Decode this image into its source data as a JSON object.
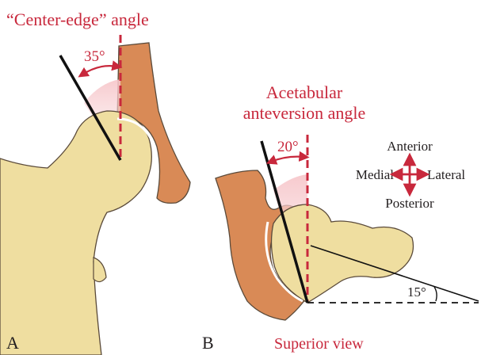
{
  "panel_a": {
    "title": "“Center-edge” angle",
    "angle_label": "35°",
    "panel_letter": "A"
  },
  "panel_b": {
    "title_line1": "Acetabular",
    "title_line2": "anteversion angle",
    "angle_label": "20°",
    "neck_angle_label": "15°",
    "panel_letter": "B",
    "view_label": "Superior view",
    "compass": {
      "anterior": "Anterior",
      "posterior": "Posterior",
      "medial": "Medial",
      "lateral": "Lateral"
    }
  },
  "colors": {
    "bone": "#efdea0",
    "pelvis": "#d98a56",
    "outline": "#5a4a3a",
    "accent_red": "#c8283c",
    "shade": "#f2b4b8"
  }
}
